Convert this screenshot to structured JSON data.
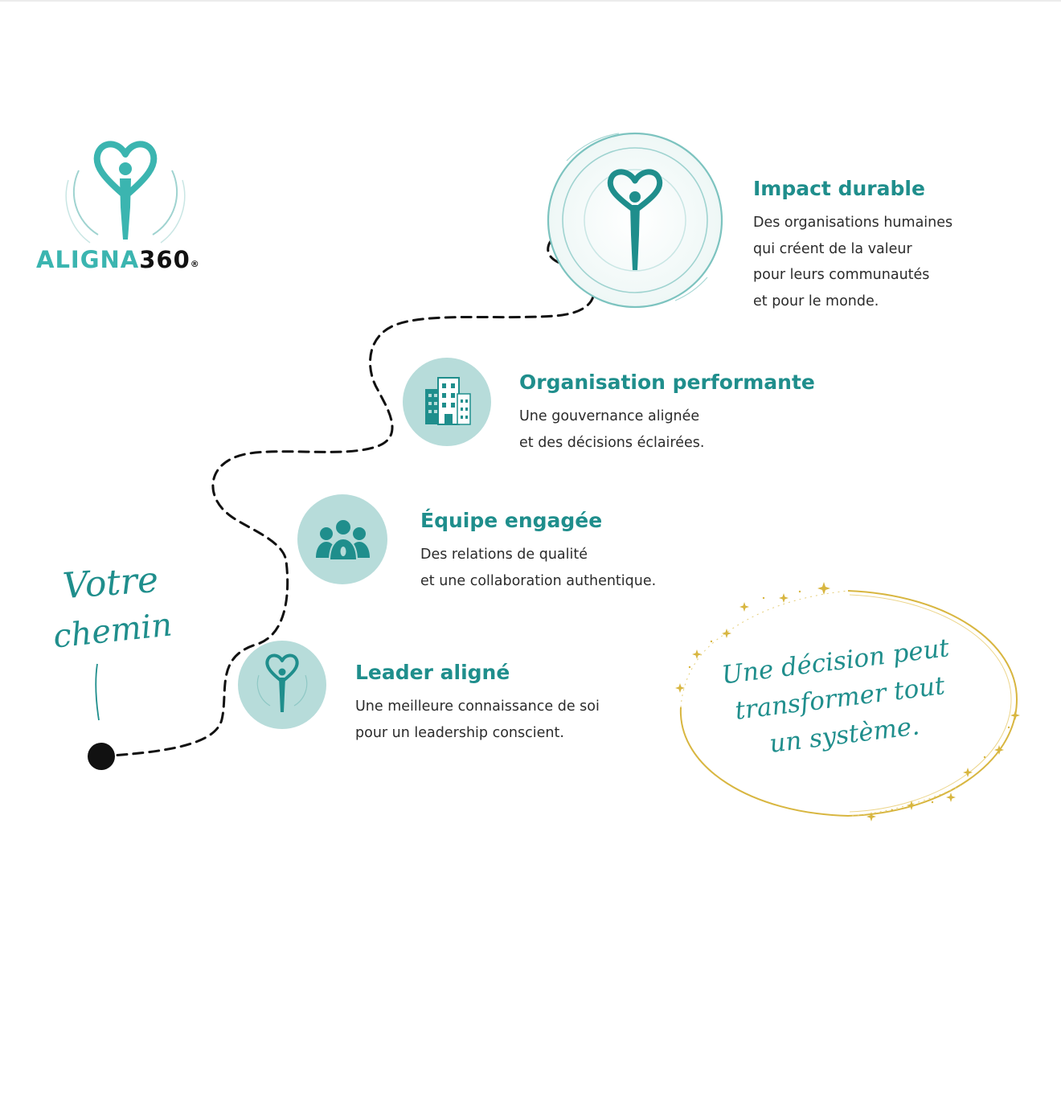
{
  "logo": {
    "part1": "ALIGNA",
    "part2": "360",
    "registered": "®"
  },
  "path_label": {
    "line1": "Votre",
    "line2": "chemin"
  },
  "steps": [
    {
      "title": "Leader aligné",
      "description": [
        "Une meilleure connaissance de soi",
        "pour un leadership conscient."
      ],
      "icon": "heart-person-icon"
    },
    {
      "title": "Équipe engagée",
      "description": [
        "Des relations de qualité",
        "et une collaboration authentique."
      ],
      "icon": "team-icon"
    },
    {
      "title": "Organisation performante",
      "description": [
        "Une gouvernance alignée",
        "et des décisions éclairées."
      ],
      "icon": "buildings-icon"
    },
    {
      "title": "Impact durable",
      "description": [
        "Des organisations humaines",
        "qui créent de la valeur",
        "pour leurs communautés",
        "et pour le monde."
      ],
      "icon": "heart-person-icon"
    }
  ],
  "quote": [
    "Une décision peut",
    "transformer tout",
    "un système."
  ],
  "colors": {
    "teal": "#1f8e8c",
    "teal_light": "#b7dcda",
    "logo_teal": "#3bb5b0",
    "gold": "#d8b640",
    "path": "#111111",
    "text": "#2b2b2b"
  }
}
